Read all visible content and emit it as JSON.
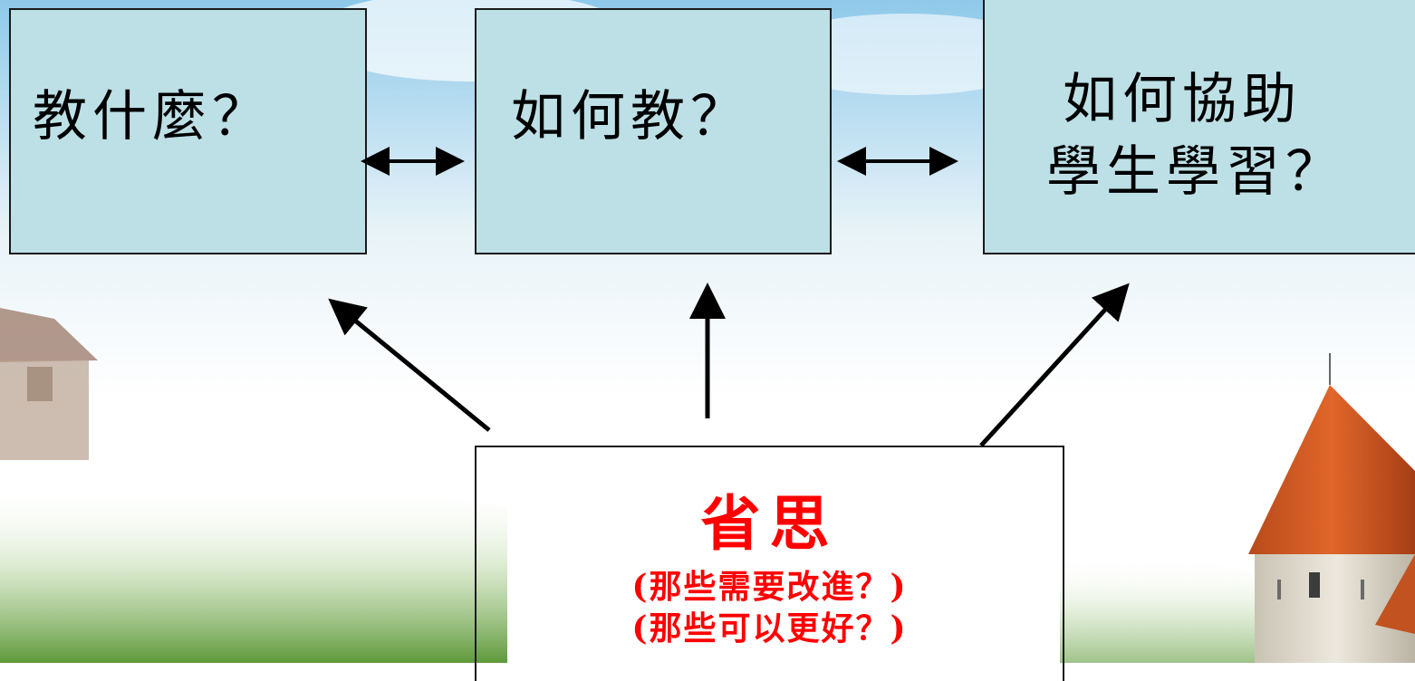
{
  "boxes": {
    "what_to_teach": "教什麼？",
    "how_to_teach": "如何教？",
    "help_learning_line1": "如何協助",
    "help_learning_line2": "學生學習？"
  },
  "reflection": {
    "title": "省思",
    "question1": "(那些需要改進？)",
    "question2": "(那些可以更好？)"
  },
  "colors": {
    "box_fill": "#bde0e6",
    "reflection_text": "#ff0000",
    "arrow": "#000000"
  }
}
